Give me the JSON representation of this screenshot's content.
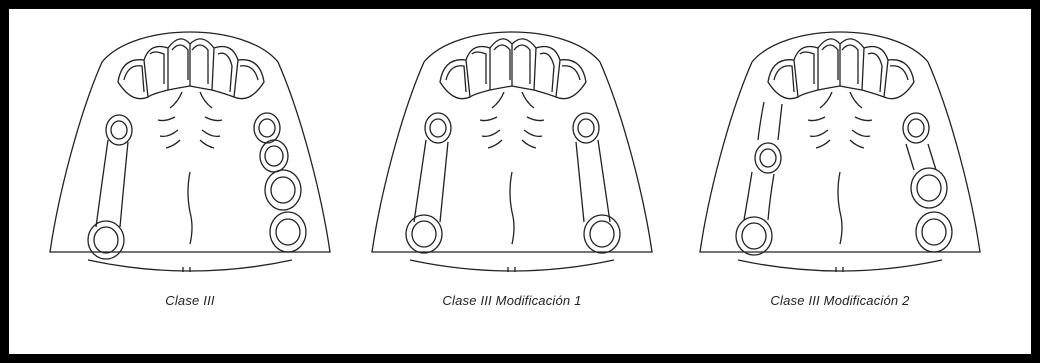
{
  "diagrams": [
    {
      "caption": "Clase III"
    },
    {
      "caption": "Clase III Modificación 1"
    },
    {
      "caption": "Clase III Modificación 2"
    }
  ],
  "colors": {
    "border": "#000000",
    "line": "#222222",
    "background": "#ffffff"
  }
}
